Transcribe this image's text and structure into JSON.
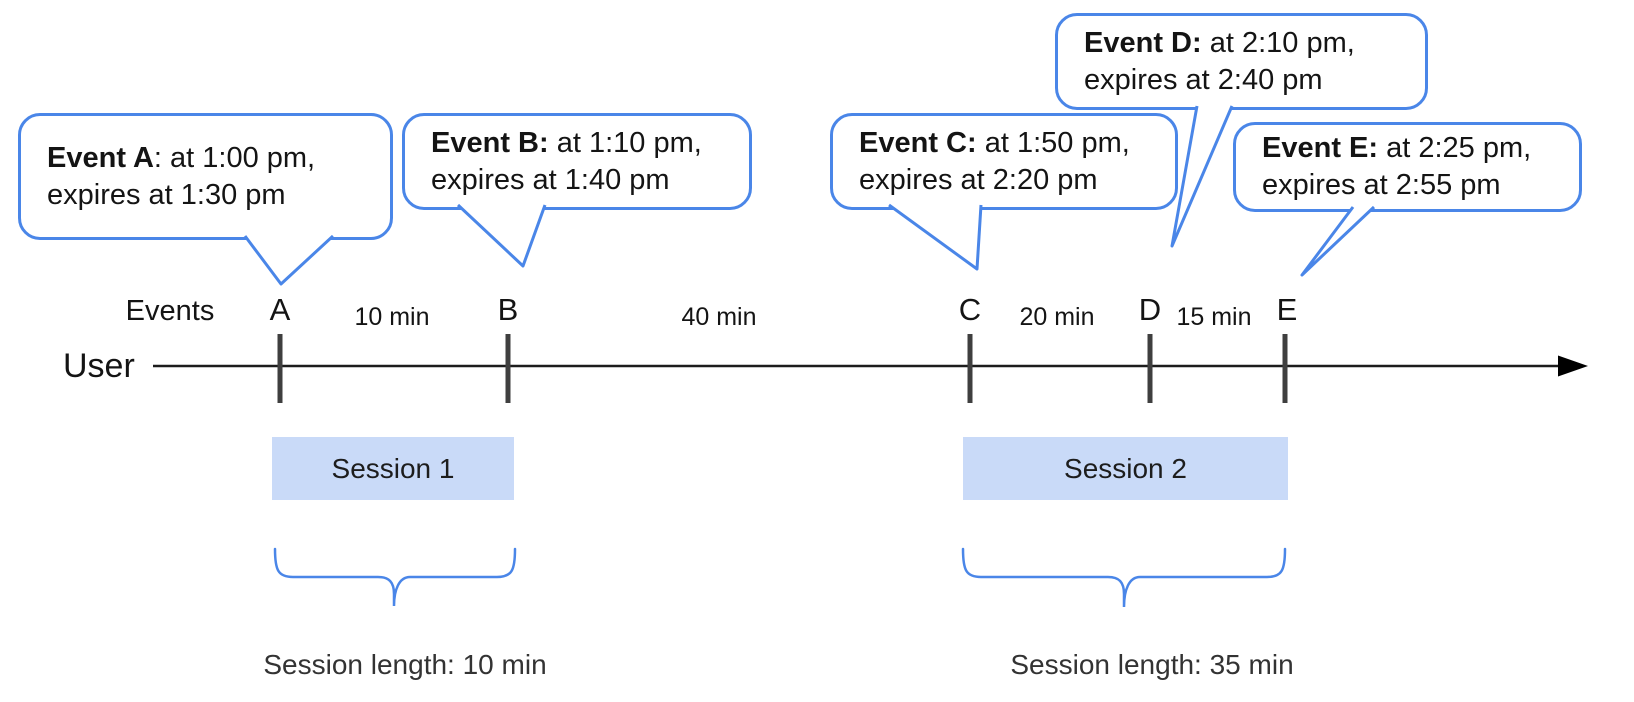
{
  "colors": {
    "accent_blue": "#4a86e8",
    "session_fill": "#c9daf8",
    "tick_gray": "#3f3f3f",
    "line_black": "#1c1c1c",
    "text_black": "#141414"
  },
  "bubbles": [
    {
      "title": "Event A",
      "line1": ": at 1:00 pm,",
      "line2": "expires at 1:30 pm"
    },
    {
      "title": "Event B:",
      "line1": " at 1:10 pm,",
      "line2": "expires at 1:40 pm"
    },
    {
      "title": "Event C:",
      "line1": " at 1:50 pm,",
      "line2": "expires at 2:20 pm"
    },
    {
      "title": "Event D:",
      "line1": " at 2:10 pm,",
      "line2": "expires at 2:40 pm"
    },
    {
      "title": "Event E:",
      "line1": " at 2:25 pm,",
      "line2": "expires at 2:55 pm"
    }
  ],
  "timeline": {
    "events_label": "Events",
    "user_label": "User",
    "markers": [
      "A",
      "B",
      "C",
      "D",
      "E"
    ],
    "intervals": [
      "10 min",
      "40 min",
      "20 min",
      "15 min"
    ]
  },
  "sessions": [
    {
      "label": "Session 1",
      "length_label": "Session length: 10 min"
    },
    {
      "label": "Session 2",
      "length_label": "Session length: 35 min"
    }
  ]
}
